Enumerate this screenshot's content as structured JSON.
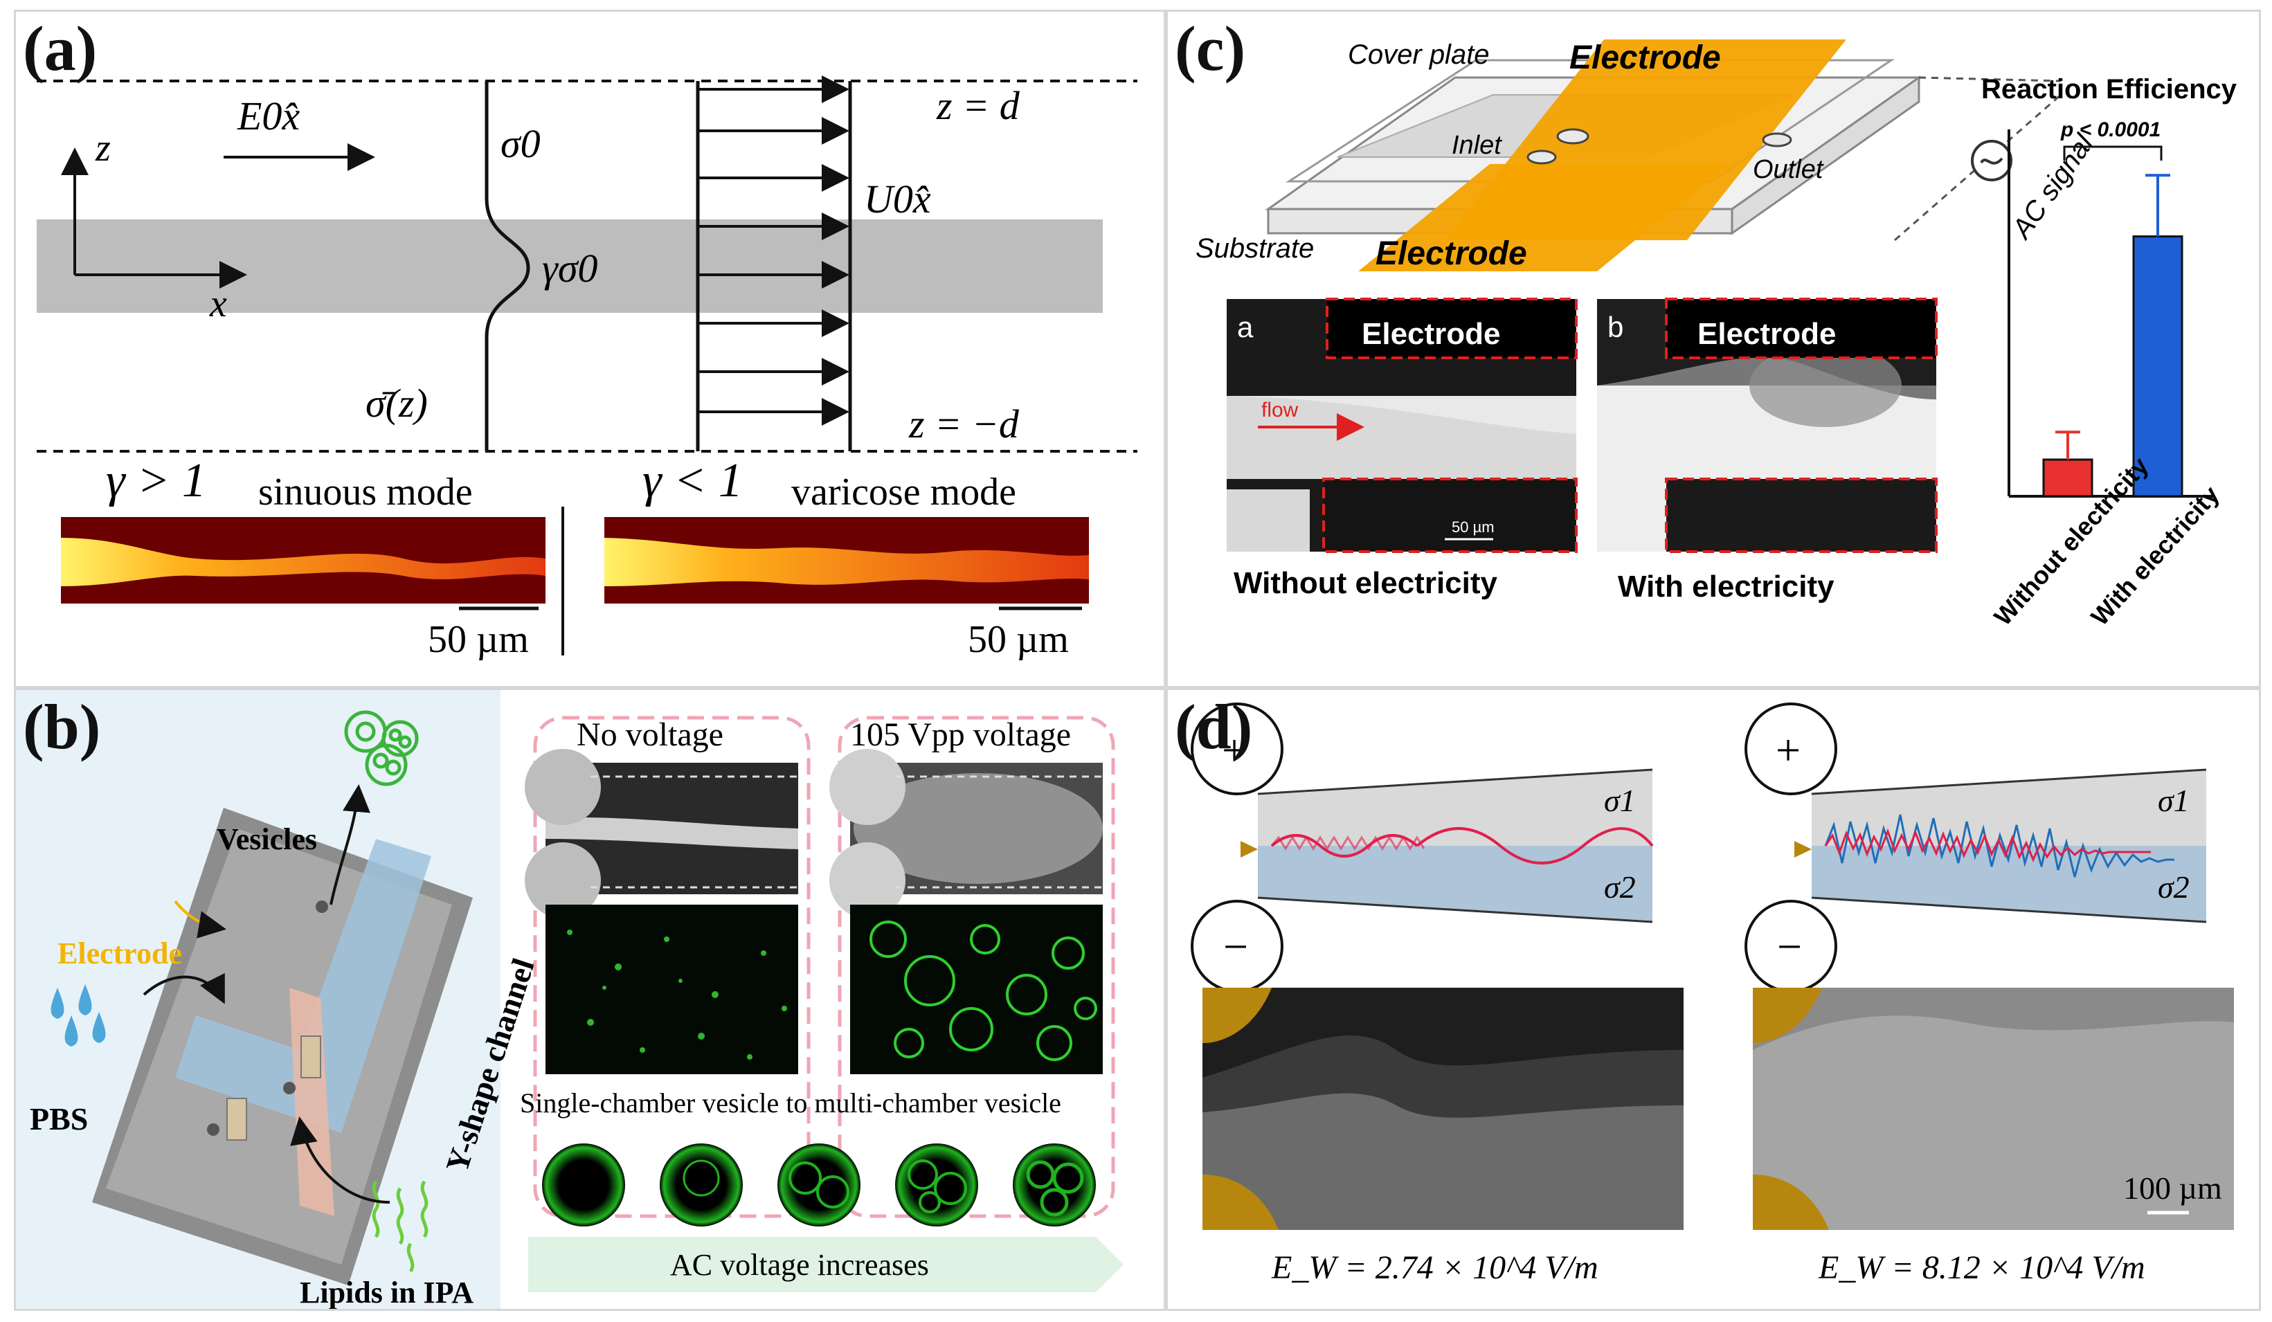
{
  "panels": {
    "a": {
      "label": "(a)",
      "field_label": "E0x̂",
      "axis_z": "z",
      "axis_x": "x",
      "sigma0": "σ0",
      "gamma_sigma0": "γσ0",
      "sigma_bar": "σ̄(z)",
      "flow_label": "U0x̂",
      "z_top": "z = d",
      "z_bottom": "z = −d",
      "left_gamma": "γ > 1",
      "left_mode": "sinuous mode",
      "right_gamma": "γ < 1",
      "right_mode": "varicose mode",
      "scale_left": "50 µm",
      "scale_right": "50 µm"
    },
    "b": {
      "label": "(b)",
      "vesicles": "Vesicles",
      "electrode": "Electrode",
      "channel": "Y-shape channel",
      "pbs": "PBS",
      "lipids": "Lipids in IPA",
      "no_voltage": "No voltage",
      "voltage": "105 Vpp voltage",
      "single_to_multi": "Single-chamber vesicle to multi-chamber vesicle",
      "ac_increase": "AC voltage increases"
    },
    "c": {
      "label": "(c)",
      "cover_plate": "Cover plate",
      "electrode_top": "Electrode",
      "electrode_bottom": "Electrode",
      "inlet": "Inlet",
      "outlet": "Outlet",
      "substrate": "Substrate",
      "ac_signal": "AC signal",
      "img_a_tag": "a",
      "img_b_tag": "b",
      "img_electrode_a": "Electrode",
      "img_electrode_b": "Electrode",
      "flow": "flow",
      "scale": "50 µm",
      "caption_without": "Without electricity",
      "caption_with": "With electricity",
      "chart_title": "Reaction Efficiency",
      "pvalue": "p < 0.0001",
      "xtick_without": "Without electricity",
      "xtick_with": "With electricity"
    },
    "d": {
      "label": "(d)",
      "plus": "+",
      "minus": "−",
      "sigma1": "σ1",
      "sigma2": "σ2",
      "scale": "100 µm",
      "ew_left": "E_W = 2.74 × 10^4 V/m",
      "ew_right": "E_W = 8.12 × 10^4 V/m"
    }
  },
  "chart_data": {
    "type": "bar",
    "title": "Reaction Efficiency",
    "categories": [
      "Without electricity",
      "With electricity"
    ],
    "values": [
      0.12,
      0.85
    ],
    "errors": [
      0.09,
      0.2
    ],
    "colors": [
      "#e8312f",
      "#1f5fd6"
    ],
    "annotation": "p < 0.0001",
    "ylim": [
      0,
      1.2
    ]
  }
}
